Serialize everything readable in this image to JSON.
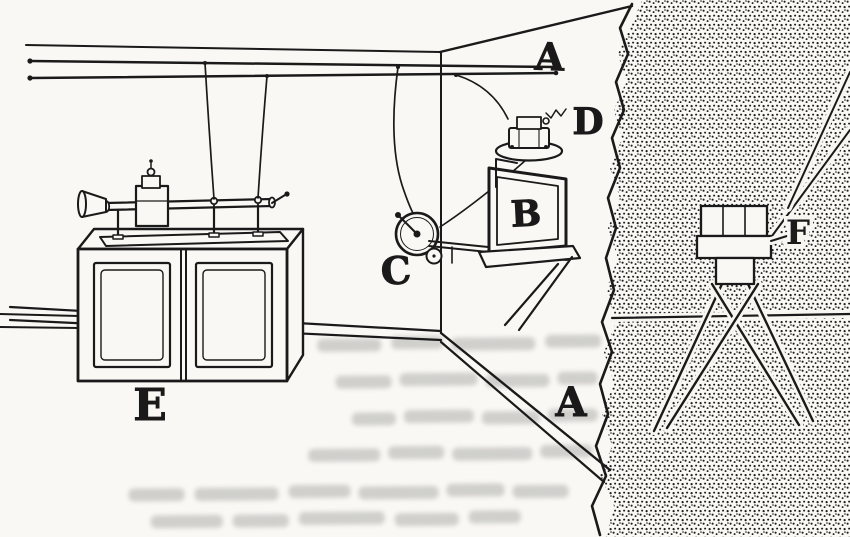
{
  "figure": {
    "ink_color": "#1a1a1a",
    "paper_color": "#f9f8f4",
    "labels": [
      {
        "id": "wall-upper",
        "text": "A"
      },
      {
        "id": "wall-lower",
        "text": "A"
      },
      {
        "id": "wall-frame",
        "text": "B"
      },
      {
        "id": "disk-apparatus",
        "text": "C"
      },
      {
        "id": "shelf-instrument",
        "text": "D"
      },
      {
        "id": "cabinet",
        "text": "E"
      },
      {
        "id": "tripod-instrument",
        "text": "F"
      }
    ]
  }
}
